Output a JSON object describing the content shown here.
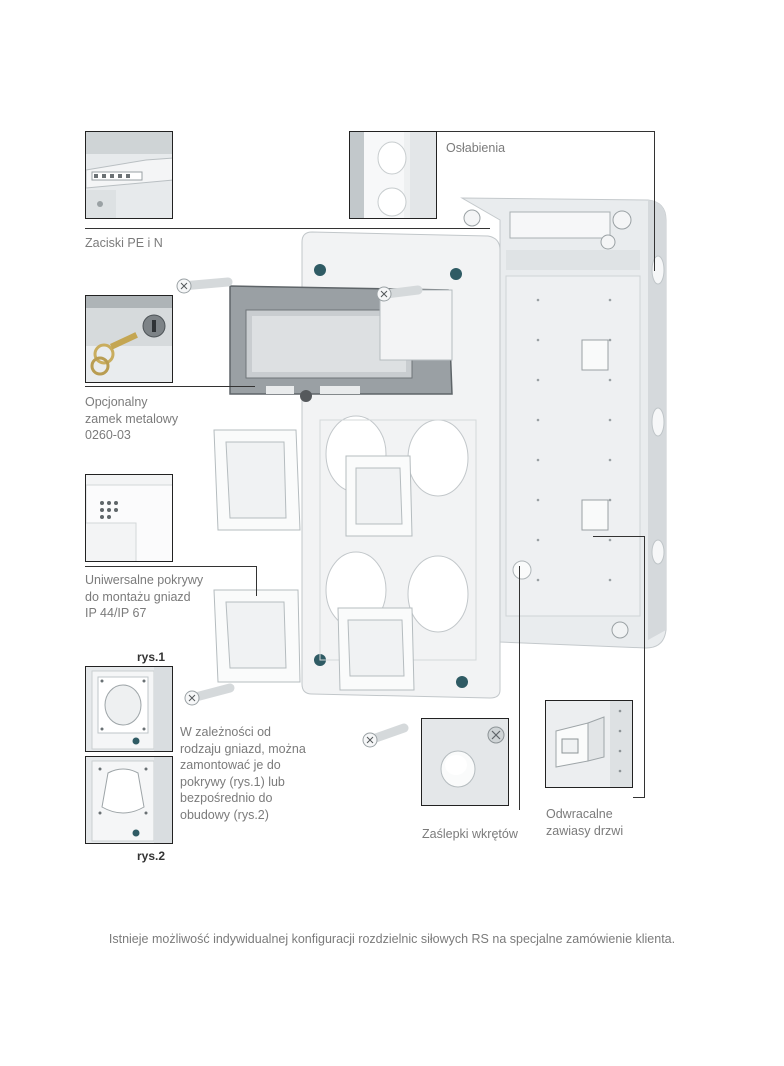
{
  "labels": {
    "oslabienia": "Osłabienia",
    "zaciski": "Zaciski PE i N",
    "zamek": "Opcjonalny\nzamek metalowy\n0260-03",
    "pokrywy": "Uniwersalne pokrywy\ndo montażu gniazd\nIP 44/IP 67",
    "rys1": "rys.1",
    "rys2": "rys.2",
    "zaleznosci": "W zależności od\nrodzaju gniazd, można\nzamontować je do\npokrywy (rys.1) lub\nbezpośrednio do\nobudowy (rys.2)",
    "zaslepki": "Zaślepki wkrętów",
    "zawiasy": "Odwracalne\nzawiasy drzwi"
  },
  "footer": "Istnieje możliwość indywidualnej konfiguracji rozdzielnic siłowych RS na specjalne zamówienie klienta.",
  "colors": {
    "leader_line": "#333333",
    "label_text": "#7b7b7b",
    "housing": "#e9ecee",
    "window": "#8f9599"
  }
}
